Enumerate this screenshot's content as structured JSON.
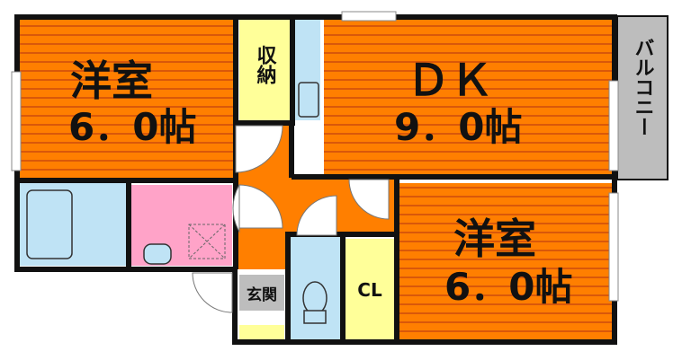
{
  "colors": {
    "wall": "#111111",
    "room_orange": "#ff7f00",
    "room_stripe": "#d9580a",
    "storage_yellow": "#ffff99",
    "bath_blue": "#bfe3f5",
    "wash_pink": "#ffa3c8",
    "balcony_gray": "#bdbdbd",
    "hall_orange": "#ff7f00",
    "floor_white": "#ffffff"
  },
  "rooms": {
    "western_room_left": {
      "name": "洋室",
      "size": "6．0帖"
    },
    "dk": {
      "name": "ＤＫ",
      "size": "9．0帖"
    },
    "western_room_right": {
      "name": "洋室",
      "size": "6．0帖"
    }
  },
  "labels": {
    "storage": "収納",
    "balcony": "バルコニー",
    "closet": "CL",
    "entrance": "玄関"
  }
}
